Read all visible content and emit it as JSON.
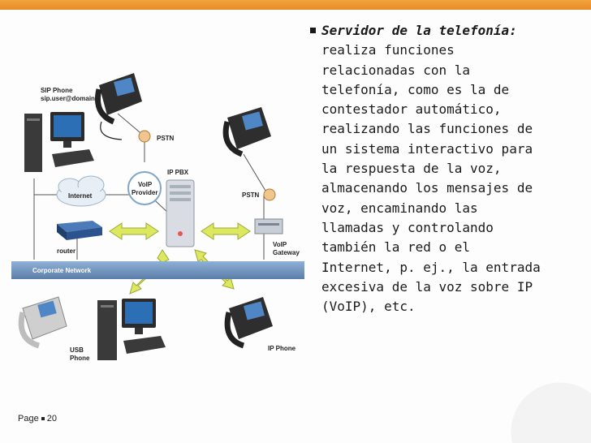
{
  "text": {
    "lead": "Servidor de la telefonía:",
    "lines": [
      "realiza funciones",
      "relacionadas con la",
      "telefonía, como es la de",
      "contestador automático,",
      "realizando las funciones de",
      "un sistema interactivo para",
      "la respuesta de la voz,",
      "almacenando los mensajes de",
      "voz, encaminando las",
      "llamadas y controlando",
      "también la red o el",
      "Internet, p. ej., la entrada",
      "excesiva de la voz sobre IP",
      "(VoIP), etc."
    ]
  },
  "diagram": {
    "sip_phone": "SIP Phone",
    "sip_user": "sip.user@domain",
    "pstn_top": "PSTN",
    "pstn_right": "PSTN",
    "internet": "Internet",
    "voip_provider_1": "VoIP",
    "voip_provider_2": "Provider",
    "ip_pbx": "IP PBX",
    "router": "router",
    "voip_gateway_1": "VoIP",
    "voip_gateway_2": "Gateway",
    "corporate_network": "Corporate Network",
    "usb_phone_1": "USB",
    "usb_phone_2": "Phone",
    "ip_phone": "IP Phone"
  },
  "footer": {
    "page_label": "Page",
    "page_number": "20"
  },
  "colors": {
    "accent": "#e8892a",
    "network_bar": "#6d8fb8",
    "arrow": "#d8e85a"
  }
}
